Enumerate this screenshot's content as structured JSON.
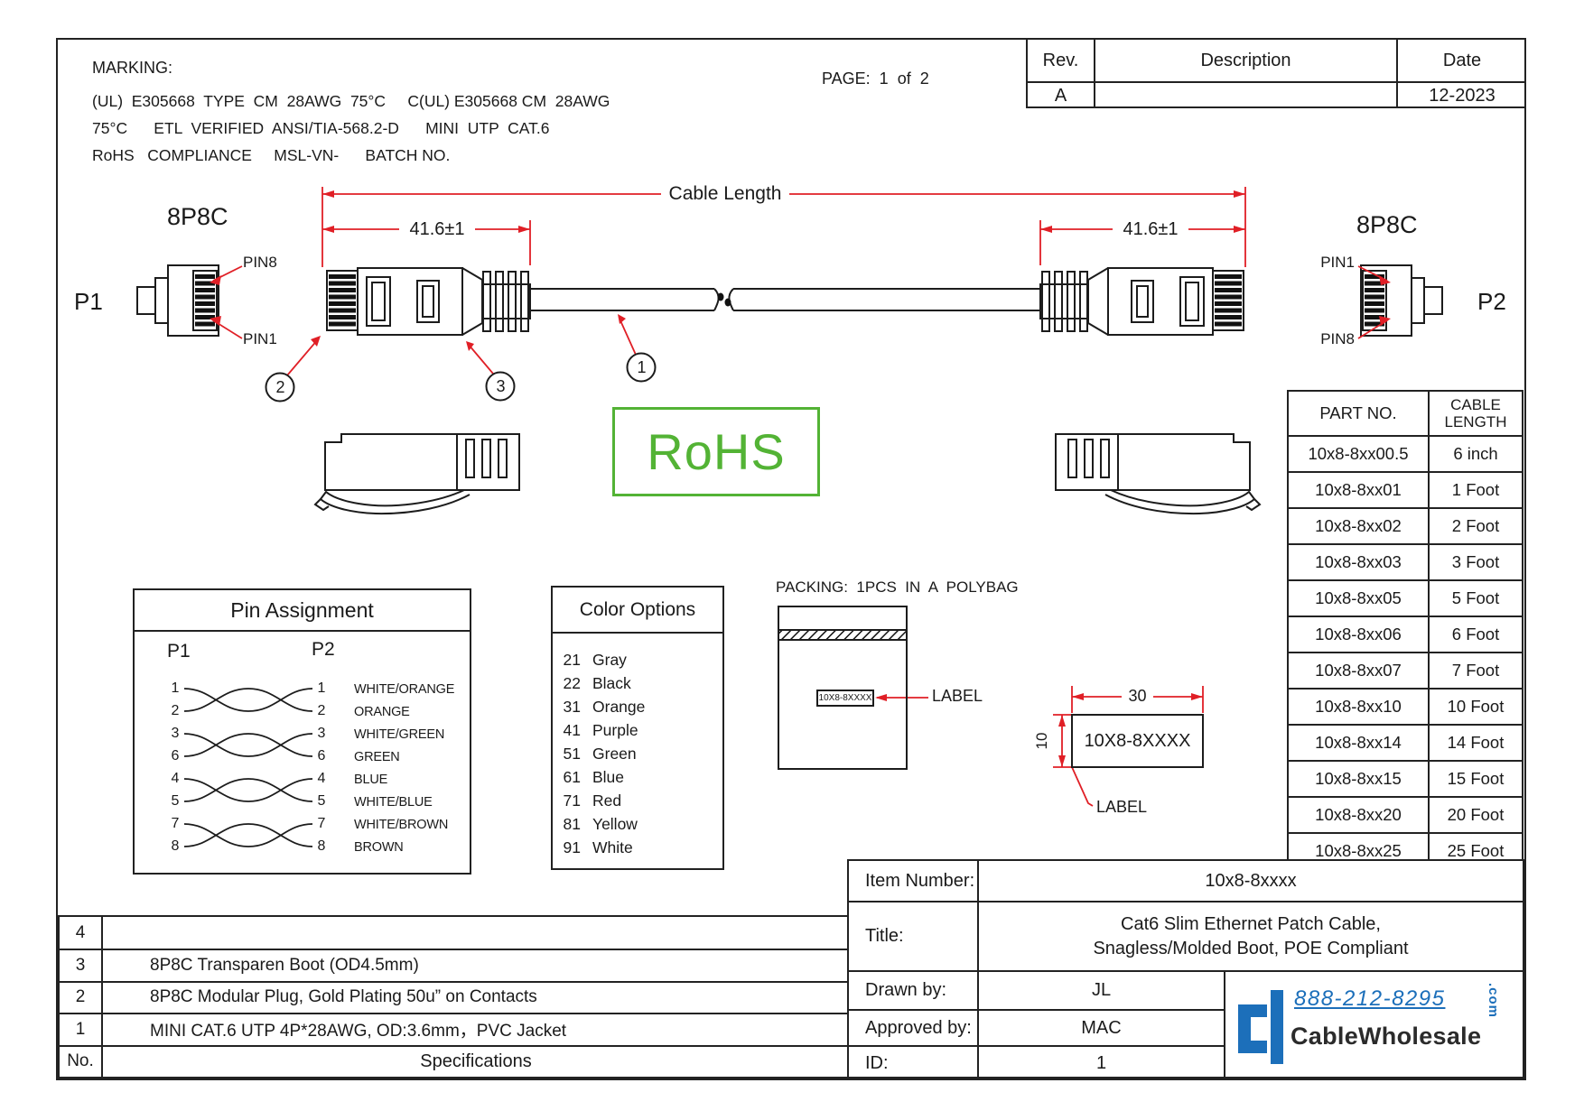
{
  "header": {
    "marking_title": "MARKING:",
    "marking_line1": "(UL)  E305668  TYPE  CM  28AWG  75°C     C(UL) E305668 CM  28AWG",
    "marking_line2": "75°C      ETL  VERIFIED  ANSI/TIA-568.2-D      MINI  UTP  CAT.6",
    "marking_line3": "RoHS   COMPLIANCE     MSL-VN-      BATCH NO.",
    "page": "PAGE:  1  of  2",
    "rev_table": {
      "col_rev": "Rev.",
      "col_desc": "Description",
      "col_date": "Date",
      "rev": "A",
      "desc": "",
      "date": "12-2023"
    }
  },
  "drawing": {
    "connector_type_left": "8P8C",
    "connector_type_right": "8P8C",
    "p1": "P1",
    "p2": "P2",
    "pin8_left": "PIN8",
    "pin1_left": "PIN1",
    "pin1_right": "PIN1",
    "pin8_right": "PIN8",
    "cable_length_label": "Cable Length",
    "dim_left": "41.6±1",
    "dim_right": "41.6±1",
    "callout_1": "1",
    "callout_2": "2",
    "callout_3": "3",
    "rohs": "RoHS"
  },
  "pin_assignment": {
    "title": "Pin Assignment",
    "p1": "P1",
    "p2": "P2",
    "rows": [
      {
        "left": "1",
        "right": "1",
        "color": "WHITE/ORANGE"
      },
      {
        "left": "2",
        "right": "2",
        "color": "ORANGE"
      },
      {
        "left": "3",
        "right": "3",
        "color": "WHITE/GREEN"
      },
      {
        "left": "6",
        "right": "6",
        "color": "GREEN"
      },
      {
        "left": "4",
        "right": "4",
        "color": "BLUE"
      },
      {
        "left": "5",
        "right": "5",
        "color": "WHITE/BLUE"
      },
      {
        "left": "7",
        "right": "7",
        "color": "WHITE/BROWN"
      },
      {
        "left": "8",
        "right": "8",
        "color": "BROWN"
      }
    ]
  },
  "color_options": {
    "title": "Color Options",
    "items": [
      {
        "code": "21",
        "name": "Gray"
      },
      {
        "code": "22",
        "name": "Black"
      },
      {
        "code": "31",
        "name": "Orange"
      },
      {
        "code": "41",
        "name": "Purple"
      },
      {
        "code": "51",
        "name": "Green"
      },
      {
        "code": "61",
        "name": "Blue"
      },
      {
        "code": "71",
        "name": "Red"
      },
      {
        "code": "81",
        "name": "Yellow"
      },
      {
        "code": "91",
        "name": "White"
      }
    ]
  },
  "packing": {
    "note": "PACKING:  1PCS  IN  A  POLYBAG",
    "bag_label_text": "10X8-8XXXX",
    "label_callout_bag": "LABEL",
    "label_box_text": "10X8-8XXXX",
    "dim_width": "30",
    "dim_height": "10",
    "label_callout_dim": "LABEL"
  },
  "part_table": {
    "col_part": "PART NO.",
    "col_length_line1": "CABLE",
    "col_length_line2": "LENGTH",
    "rows": [
      {
        "part": "10x8-8xx00.5",
        "length": "6 inch"
      },
      {
        "part": "10x8-8xx01",
        "length": "1 Foot"
      },
      {
        "part": "10x8-8xx02",
        "length": "2 Foot"
      },
      {
        "part": "10x8-8xx03",
        "length": "3 Foot"
      },
      {
        "part": "10x8-8xx05",
        "length": "5 Foot"
      },
      {
        "part": "10x8-8xx06",
        "length": "6 Foot"
      },
      {
        "part": "10x8-8xx07",
        "length": "7 Foot"
      },
      {
        "part": "10x8-8xx10",
        "length": "10 Foot"
      },
      {
        "part": "10x8-8xx14",
        "length": "14 Foot"
      },
      {
        "part": "10x8-8xx15",
        "length": "15 Foot"
      },
      {
        "part": "10x8-8xx20",
        "length": "20 Foot"
      },
      {
        "part": "10x8-8xx25",
        "length": "25 Foot"
      }
    ]
  },
  "spec_table": {
    "rows": [
      {
        "no": "4",
        "text": ""
      },
      {
        "no": "3",
        "text": "8P8C Transparen Boot (OD4.5mm)"
      },
      {
        "no": "2",
        "text": "8P8C Modular Plug, Gold Plating 50u” on Contacts"
      },
      {
        "no": "1",
        "text": "MINI CAT.6 UTP 4P*28AWG, OD:3.6mm，PVC Jacket"
      }
    ],
    "footer_no": "No.",
    "footer_label": "Specifications"
  },
  "title_block": {
    "item_number_label": "Item Number:",
    "item_number": "10x8-8xxxx",
    "title_label": "Title:",
    "title_line1": "Cat6 Slim Ethernet Patch Cable,",
    "title_line2": "Snagless/Molded Boot, POE Compliant",
    "drawn_label": "Drawn by:",
    "drawn": "JL",
    "approved_label": "Approved by:",
    "approved": "MAC",
    "id_label": "ID:",
    "id": "1"
  },
  "logo": {
    "phone": "888-212-8295",
    "name": "CableWholesale",
    "tld": ".com"
  },
  "colors": {
    "dim_red": "#e01f26",
    "rohs_green": "#53b335",
    "logo_blue": "#1c6fba"
  }
}
